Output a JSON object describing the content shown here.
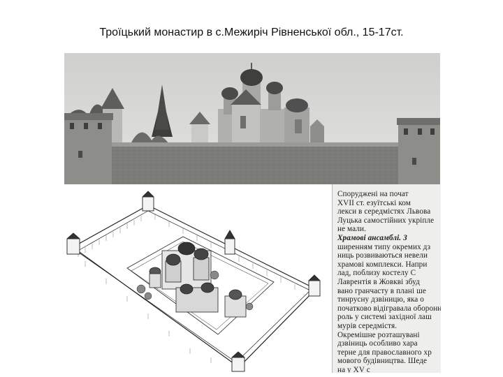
{
  "slide": {
    "title": "Троїцький монастир в с.Межиріч Рівненської обл., 15-17ст."
  },
  "book_excerpt": {
    "lines": [
      "Споруджені на почат",
      "XVII ст. езуїтські ком",
      "лекси в середмістях Львова",
      "Луцька самостійних укріпле",
      "не мали.",
      "Храмові ансамблі. З",
      "ширенням типу окремих дз",
      "ниць розвиваються невели",
      "храмові комплекси. Напри",
      "лад, поблизу костелу С",
      "Лаврентія в Жовкві збуд",
      "вано гранчасту в плані ше",
      "тинрусну дзвіницю, яка о",
      "початково відігравала оборонн",
      "роль у системі західної лаш",
      "мурів середмістя.",
      "Окремішне розташувані",
      "дзвіниць особливо хара",
      "терне для православного хр",
      "мового будівництва. Шеде",
      "на у XV с"
    ],
    "bold_lines": [
      5
    ]
  },
  "colors": {
    "paper": "#eeeeec",
    "ink": "#1c1c1c",
    "wall": "#8a8a86",
    "sky": "#d8d8d6"
  }
}
